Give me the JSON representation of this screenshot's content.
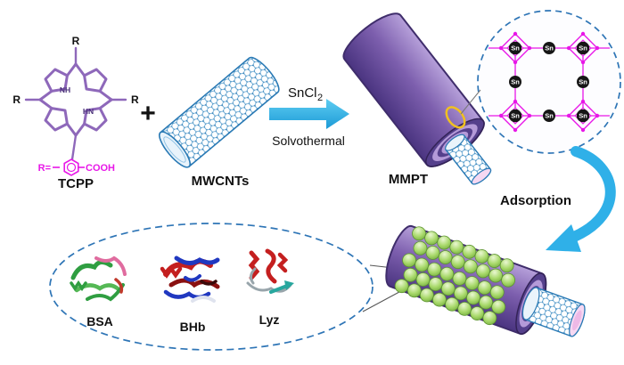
{
  "scheme": {
    "reactants": {
      "tcpp_label": "TCPP",
      "mwcnts_label": "MWCNTs",
      "plus": "+",
      "r_label": "R",
      "r_legend_prefix": "R=",
      "cooh": "COOH",
      "nh": "NH",
      "hn": "HN"
    },
    "reaction": {
      "reagent_main": "SnCl",
      "reagent_sub": "2",
      "condition": "Solvothermal"
    },
    "product": {
      "mmpt_label": "MMPT",
      "sn": "Sn"
    },
    "adsorption": {
      "label": "Adsorption"
    },
    "proteins": {
      "bsa": "BSA",
      "bhb": "BHb",
      "lyz": "Lyz"
    }
  },
  "colors": {
    "porphyrin_purple": "#8e68ba",
    "magenta": "#e817e8",
    "cnt_outline_blue": "#2a7ab5",
    "cnt_mesh_blue": "#3a8fc7",
    "reaction_arrow_blue": "#29abe2",
    "tube_purple": "#7d5fae",
    "tube_dark_purple": "#4a3480",
    "sphere_green": "#9ed45e",
    "dashed_outline_blue": "#2e75b6",
    "highlight_yellow": "#f0c020"
  }
}
